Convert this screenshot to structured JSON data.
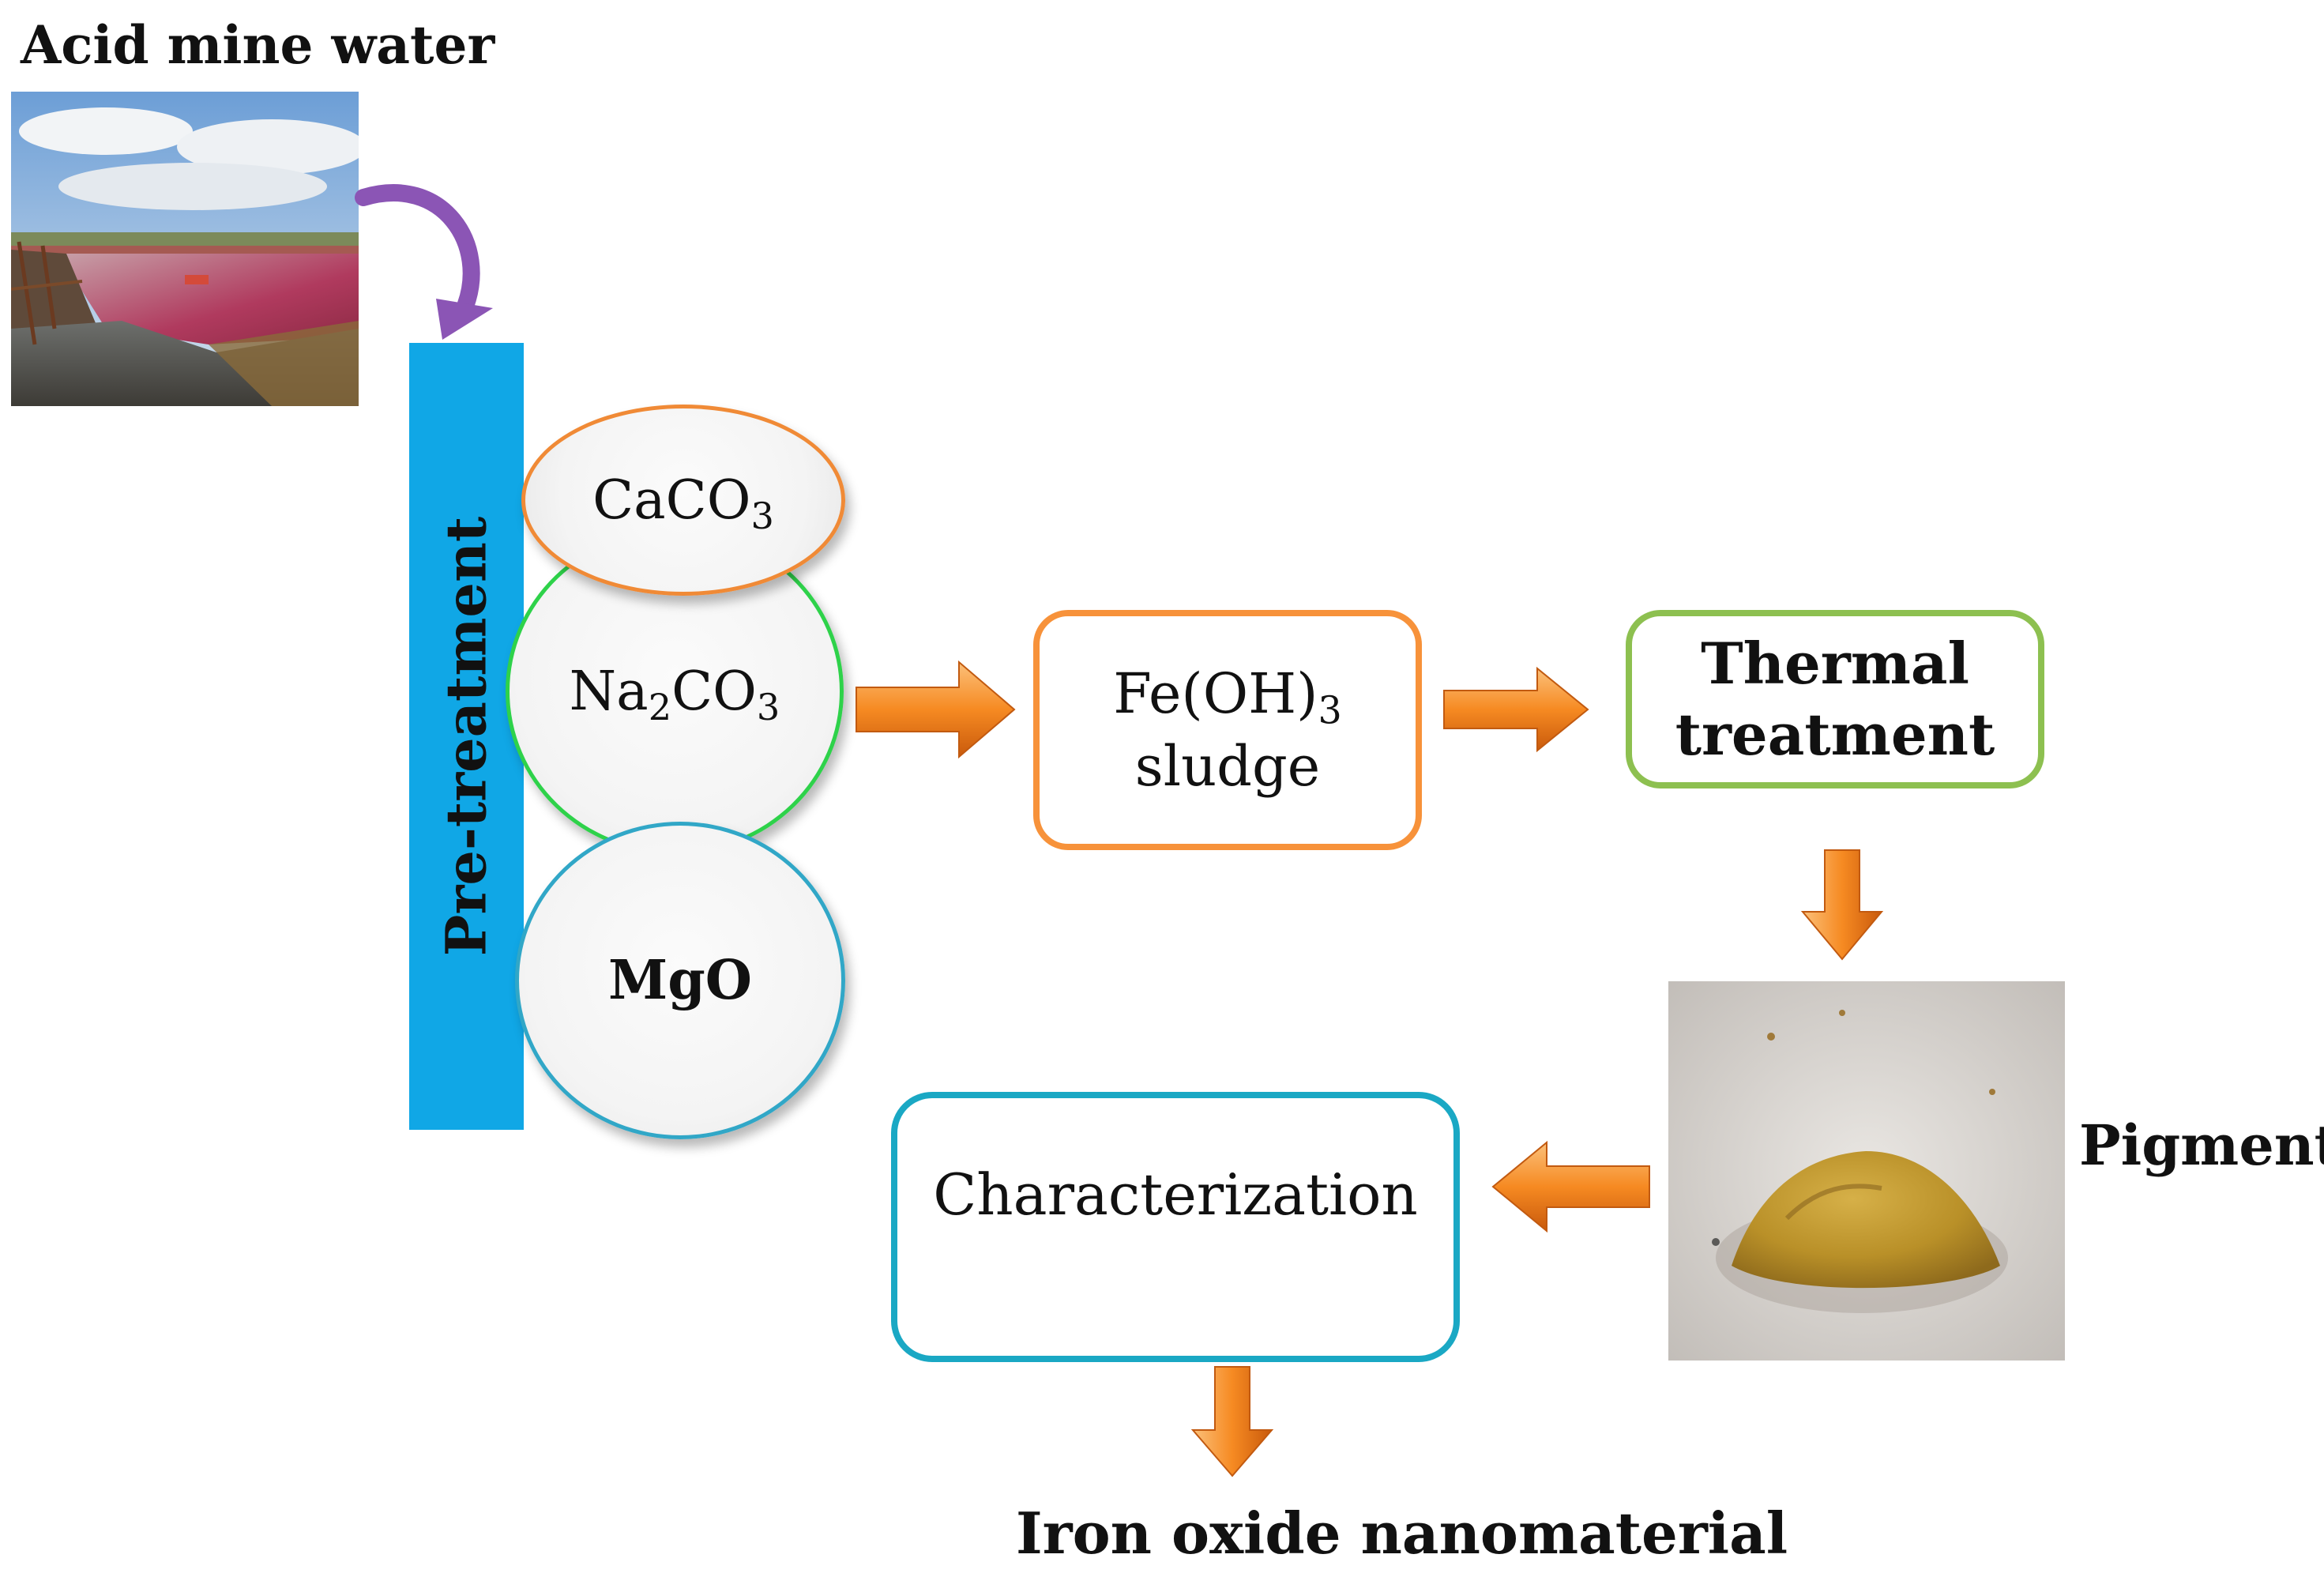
{
  "labels": {
    "acid_mine_water": "Acid mine water",
    "pre_treatment": "Pre-treatment",
    "pigment": "Pigment",
    "iron_oxide": "Iron oxide nanomaterial"
  },
  "reagents": {
    "caco3": {
      "prefix": "CaCO",
      "sub": "3",
      "suffix": ""
    },
    "na2co3": {
      "prefix": "Na",
      "sub": "2",
      "mid": "CO",
      "sub2": "3"
    },
    "mgo": "MgO"
  },
  "steps": {
    "sludge": {
      "line1_prefix": "Fe(OH)",
      "line1_sub": "3",
      "line2": "sludge"
    },
    "thermal": {
      "line1": "Thermal",
      "line2": "treatment"
    },
    "characterization": "Characterization"
  },
  "colors": {
    "pretreat_bar": "#10a7e6",
    "arrow_orange": "#f7922f",
    "curved_arrow": "#8b55b5",
    "caco3_border": "#f08a36",
    "na2co3_border": "#2ed24a",
    "mgo_border": "#31a7c7",
    "sludge_border": "#f7923a",
    "thermal_border": "#8dc050",
    "char_border": "#1aa8c4"
  }
}
